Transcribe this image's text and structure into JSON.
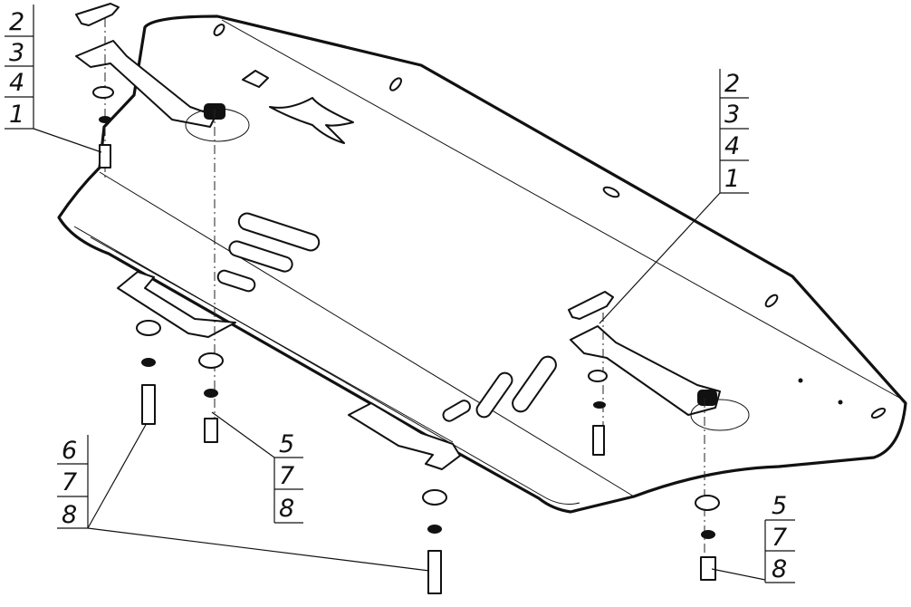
{
  "callouts": [
    {
      "id": "top-left-stack",
      "numbers": [
        "2",
        "3",
        "4",
        "1"
      ]
    },
    {
      "id": "top-right-stack",
      "numbers": [
        "2",
        "3",
        "4",
        "1"
      ]
    },
    {
      "id": "bottom-left-stack",
      "numbers": [
        "6",
        "7",
        "8"
      ]
    },
    {
      "id": "center-stack",
      "numbers": [
        "5",
        "7",
        "8"
      ]
    },
    {
      "id": "bottom-right-stack",
      "numbers": [
        "5",
        "7",
        "8"
      ]
    }
  ]
}
